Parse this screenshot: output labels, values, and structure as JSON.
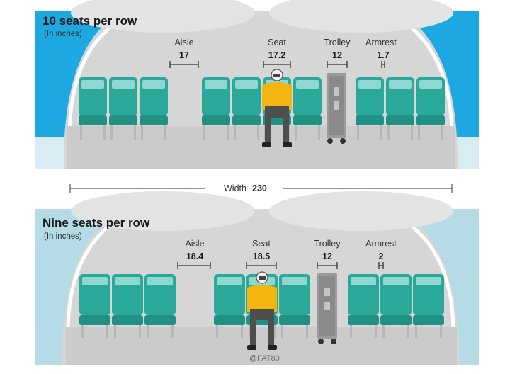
{
  "panels": [
    {
      "title": "10 seats per row",
      "subtitle": "(In inches)",
      "labels": {
        "aisle": {
          "name": "Aisle",
          "value": "17"
        },
        "seat": {
          "name": "Seat",
          "value": "17.2"
        },
        "trolley": {
          "name": "Trolley",
          "value": "12"
        },
        "armrest": {
          "name": "Armrest",
          "value": "1.7"
        }
      }
    },
    {
      "title": "Nine seats per row",
      "subtitle": "(In inches)",
      "labels": {
        "aisle": {
          "name": "Aisle",
          "value": "18.4"
        },
        "seat": {
          "name": "Seat",
          "value": "18.5"
        },
        "trolley": {
          "name": "Trolley",
          "value": "12"
        },
        "armrest": {
          "name": "Armrest",
          "value": "2"
        }
      }
    }
  ],
  "width": {
    "label": "Width",
    "value": "230"
  },
  "watermark": "@FAT80",
  "colors": {
    "sky_top": "#1da8e2",
    "sky_bottom": "#b4dbe6",
    "cabin": "#d6d6d6",
    "seat": "#2aa89a",
    "seat_light": "#8fd8d1",
    "shirt": "#f3b50f",
    "trouser": "#4e4e4e",
    "trolley": "#9b9b9b"
  }
}
